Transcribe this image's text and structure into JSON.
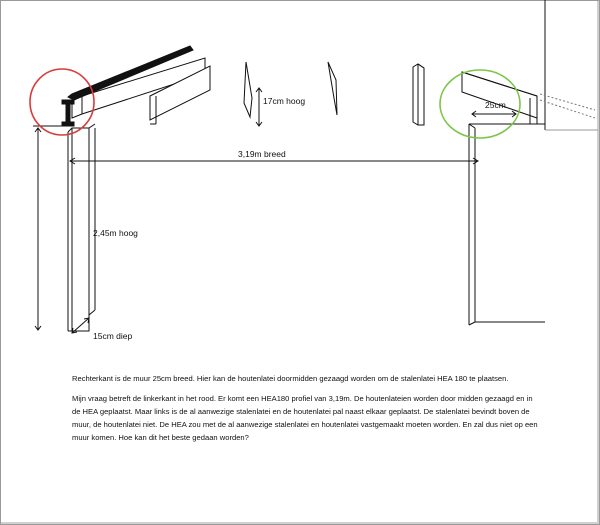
{
  "labels": {
    "height_beam": "17cm hoog",
    "width_right": "25cm",
    "span": "3,19m breed",
    "wall_height": "2,45m hoog",
    "depth": "15cm diep"
  },
  "paragraphs": [
    "Rechterkant is de muur 25cm breed. Hier kan de houtenlatei doormidden gezaagd worden om de stalenlatei HEA 180 te plaatsen.",
    "Mijn vraag betreft de linkerkant in het rood. Er komt een HEA180 profiel van 3,19m. De houtenlateien worden door midden gezaagd en in de HEA  geplaatst. Maar links is de al aanwezige stalenlatei en de houtenlatei pal naast elkaar geplaatst. De stalenlatei bevindt boven de muur, de houtenlatei niet. De HEA zou met de al aanwezige stalenlatei en houtenlatei vastgemaakt moeten worden. En zal dus niet op een muur komen. Hoe kan dit het beste gedaan worden?"
  ],
  "colors": {
    "left_circle": "#d93a3a",
    "right_circle": "#7cc44a",
    "line": "#111111"
  }
}
